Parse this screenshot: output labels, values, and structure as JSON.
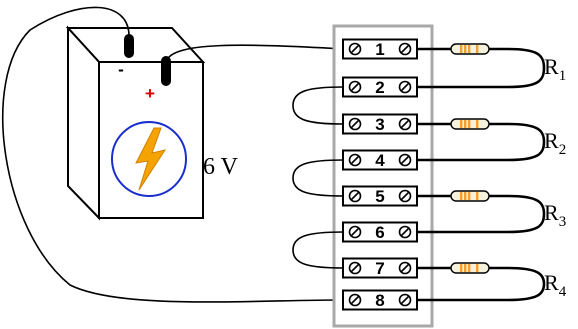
{
  "battery": {
    "voltage_label": "6 V",
    "negative_sign": "-",
    "positive_sign": "+"
  },
  "terminal_strip": {
    "terminals": [
      {
        "number": "1"
      },
      {
        "number": "2"
      },
      {
        "number": "3"
      },
      {
        "number": "4"
      },
      {
        "number": "5"
      },
      {
        "number": "6"
      },
      {
        "number": "7"
      },
      {
        "number": "8"
      }
    ]
  },
  "resistors": [
    {
      "letter": "R",
      "subscript": "1",
      "between_terminals": [
        "1",
        "2"
      ]
    },
    {
      "letter": "R",
      "subscript": "2",
      "between_terminals": [
        "3",
        "4"
      ]
    },
    {
      "letter": "R",
      "subscript": "3",
      "between_terminals": [
        "5",
        "6"
      ]
    },
    {
      "letter": "R",
      "subscript": "4",
      "between_terminals": [
        "7",
        "8"
      ]
    }
  ],
  "jumpers": [
    {
      "between_terminals": [
        "2",
        "3"
      ]
    },
    {
      "between_terminals": [
        "4",
        "5"
      ]
    },
    {
      "between_terminals": [
        "6",
        "7"
      ]
    }
  ],
  "colors": {
    "line": "#000000",
    "strip_frame": "#a8a8a8",
    "positive_sign": "#dd0000",
    "battery_symbol_circle": "#1a2ecc",
    "lightning_bolt": "#f5a300",
    "resistor_body": "#f6f1dc",
    "resistor_band": "#f0a030"
  }
}
